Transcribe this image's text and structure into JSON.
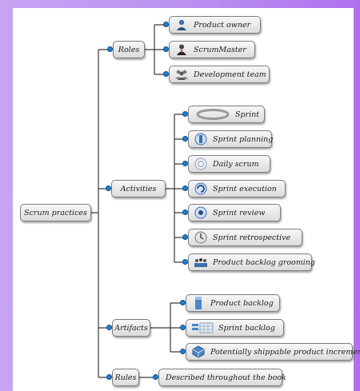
{
  "root": {
    "label": "Scrum practices"
  },
  "branches": {
    "roles": {
      "label": "Roles",
      "items": [
        {
          "label": "Product owner",
          "icon": "person-icon"
        },
        {
          "label": "ScrumMaster",
          "icon": "scrummaster-icon"
        },
        {
          "label": "Development team",
          "icon": "team-icon"
        }
      ]
    },
    "activities": {
      "label": "Activities",
      "items": [
        {
          "label": "Sprint",
          "icon": "sprint-loop-icon"
        },
        {
          "label": "Sprint planning",
          "icon": "planning-icon"
        },
        {
          "label": "Daily scrum",
          "icon": "daily-scrum-icon"
        },
        {
          "label": "Sprint execution",
          "icon": "execution-icon"
        },
        {
          "label": "Sprint review",
          "icon": "review-icon"
        },
        {
          "label": "Sprint retrospective",
          "icon": "retrospective-icon"
        },
        {
          "label": "Product backlog grooming",
          "icon": "grooming-icon"
        }
      ]
    },
    "artifacts": {
      "label": "Artifacts",
      "items": [
        {
          "label": "Product backlog",
          "icon": "product-backlog-icon"
        },
        {
          "label": "Sprint backlog",
          "icon": "sprint-backlog-icon"
        },
        {
          "label": "Potentially shippable product increment",
          "icon": "shippable-increment-icon"
        }
      ]
    },
    "rules": {
      "label": "Rules",
      "items": [
        {
          "label": "Described throughout the book"
        }
      ]
    }
  },
  "colors": {
    "connector": "#3a3a3a",
    "dot": "#1e7fd0",
    "frame": "#b88cf0"
  }
}
